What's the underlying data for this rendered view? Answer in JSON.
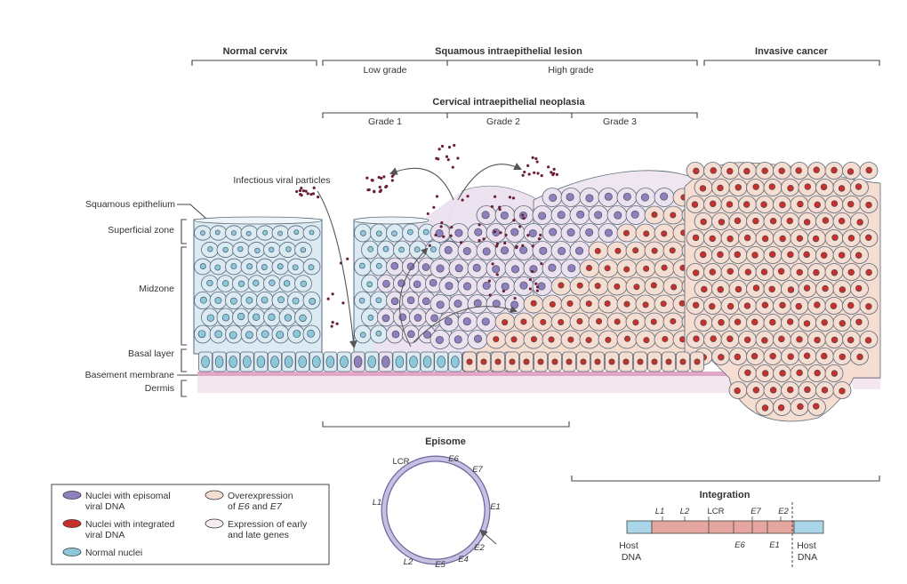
{
  "headers": {
    "normal_cervix": "Normal cervix",
    "sil": "Squamous intraepithelial lesion",
    "invasive": "Invasive cancer",
    "low_grade": "Low grade",
    "high_grade": "High grade",
    "cin": "Cervical intraepithelial neoplasia",
    "grade1": "Grade 1",
    "grade2": "Grade 2",
    "grade3": "Grade 3"
  },
  "layer_labels": {
    "squamous_epithelium": "Squamous epithelium",
    "superficial_zone": "Superficial zone",
    "midzone": "Midzone",
    "basal_layer": "Basal layer",
    "basement_membrane": "Basement membrane",
    "dermis": "Dermis"
  },
  "infectious_label": "Infectious viral particles",
  "episome": {
    "title": "Episome",
    "genes": [
      "LCR",
      "E6",
      "E7",
      "E1",
      "E2",
      "E4",
      "E5",
      "L2",
      "L1"
    ]
  },
  "integration": {
    "title": "Integration",
    "top_genes": [
      "L1",
      "L2",
      "LCR",
      "E7",
      "E2"
    ],
    "bottom_genes": [
      "E6",
      "E1"
    ],
    "host_left": [
      "Host",
      "DNA"
    ],
    "host_right": [
      "Host",
      "DNA"
    ]
  },
  "legend": {
    "episomal": [
      "Nuclei with episomal",
      "viral DNA"
    ],
    "integrated": [
      "Nuclei with integrated",
      "viral DNA"
    ],
    "normal": [
      "Normal nuclei"
    ],
    "overexpression_a": "Overexpression",
    "overexpression_of": "of ",
    "overexpression_e6": "E6",
    "overexpression_and": " and ",
    "overexpression_e7": "E7",
    "early_late": [
      "Expression of early",
      "and late genes"
    ]
  },
  "colors": {
    "normal_fill": "#dcebf3",
    "normal_nucleus": "#8cc7dc",
    "purple_fill": "#ece2ef",
    "purple_nucleus": "#8e7fbd",
    "pink_fill": "#f5ddd2",
    "red_nucleus": "#c9302c",
    "dermis": "#e9b9d4",
    "virus": "#6b2035",
    "integration_bar": "#e6a6a0",
    "host_bar": "#a9d6e8"
  }
}
